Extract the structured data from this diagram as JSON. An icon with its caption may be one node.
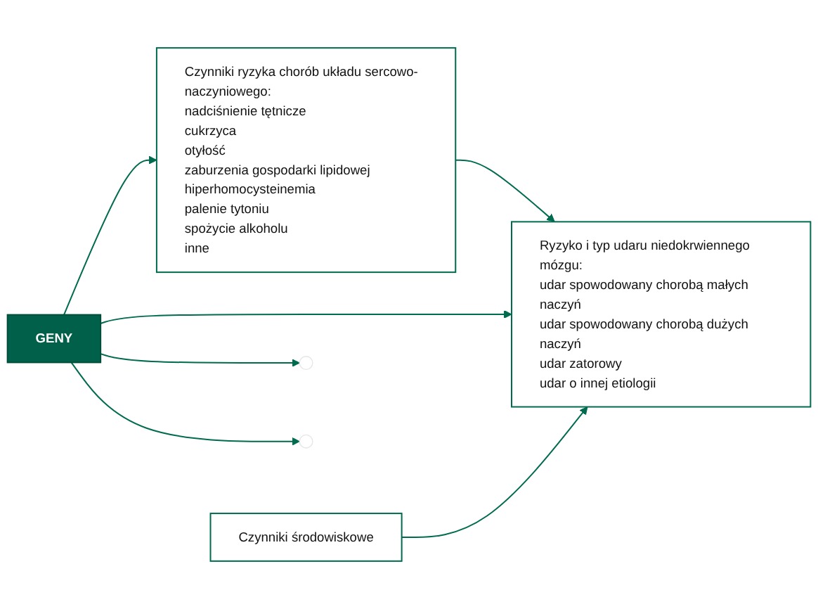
{
  "diagram": {
    "nodes": [
      {
        "text": [
          "Czynniki ryzyka chorób układu sercowo-naczyniowego:",
          "nadciśnienie tętnicze",
          "cukrzyca",
          "otyłość",
          "zaburzenia gospodarki lipidowej",
          "hiperhomocysteinemia",
          "palenie tytoniu",
          "spożycie alkoholu",
          "inne"
        ]
      },
      {
        "text": [
          "Ryzyko i typ udaru niedokrwiennego mózgu:",
          "udar spowodowany chorobą małych naczyń",
          "udar spowodowany chorobą dużych naczyń",
          "udar zatorowy",
          "udar o innej etiologii"
        ]
      },
      {
        "text": [
          "GENY"
        ]
      },
      {
        "text": [
          "Czynniki środowiskowe"
        ]
      }
    ],
    "edges": [
      {
        "from": 0,
        "to": 1,
        "arrow": "to"
      },
      {
        "from": 2,
        "to": 0,
        "arrow": "to"
      },
      {
        "from": 2,
        "to": null,
        "arrow": "to"
      },
      {
        "from": 2,
        "to": 1,
        "arrow": "to"
      },
      {
        "from": 2,
        "to": null,
        "arrow": "to"
      },
      {
        "from": 3,
        "to": 1,
        "arrow": "to"
      }
    ]
  }
}
